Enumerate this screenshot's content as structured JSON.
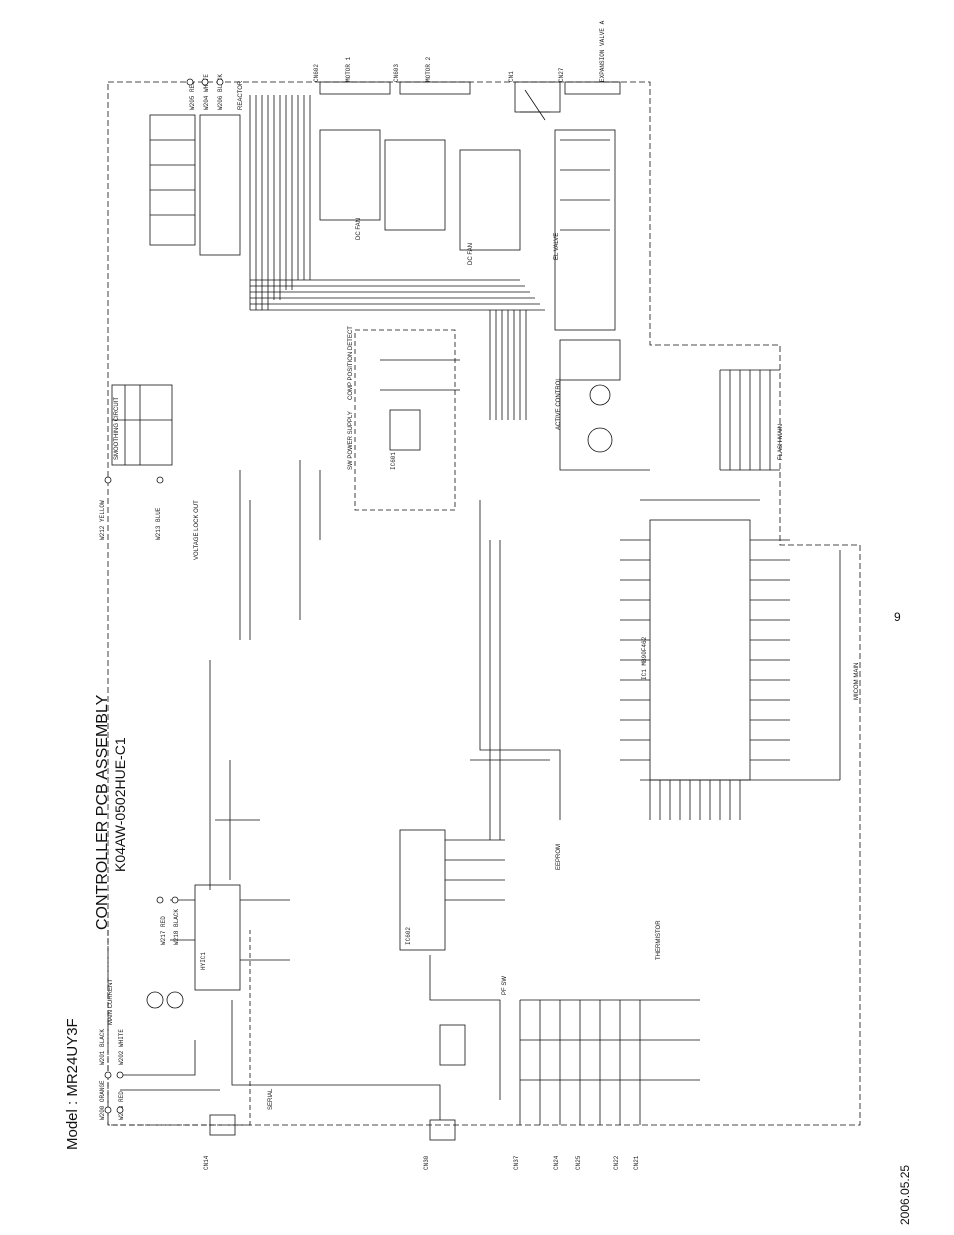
{
  "header": {
    "model": "Model : MR24UY3F",
    "title_line1": "CONTROLLER PCB ASSEMBLY",
    "title_line2": "K04AW-0502HUE-C1"
  },
  "footer": {
    "date": "2006.05.25",
    "page": "9"
  },
  "blocks": {
    "main_current": "MAIN CURRENT",
    "smoothing_circuit": "SMOOTHING CIRCUIT",
    "voltage_lock_out": "VOLTAGE LOCK OUT",
    "sw_power_supply": "SW POWER SUPPLY",
    "comp_position": "COMP POSITION DETECT",
    "dc_fan1": "DC FAN",
    "dc_fan2": "DC FAN",
    "el_valve": "EL VALVE",
    "active_control": "ACTIVE CONTROL",
    "flash_main": "FLASH MAIN",
    "micom_main": "MICOM MAIN",
    "eeprom": "EEPROM",
    "thermistor": "THERMISTOR",
    "serial": "SERIAL",
    "reactor": "REACTOR",
    "pf_sw": "PF SW"
  },
  "connectors": {
    "cn14": "CN14",
    "cn30": "CN30",
    "cn602": "CN602",
    "cn603": "CN603",
    "cn27": "CN27",
    "cn1": "CN1",
    "cn24": "CN24",
    "cn25": "CN25",
    "cn22": "CN22",
    "cn21": "CN21",
    "cn37": "CN37"
  },
  "terminals": {
    "w200": "W200 ORANGE",
    "w201": "W201 BLACK",
    "w202": "W202 WHITE",
    "w203": "W203 RED",
    "w212": "W212 YELLOW",
    "w213": "W213 BLUE",
    "w205": "W205 RED",
    "w204": "W204 WHITE",
    "w206": "W206 BLACK",
    "w217": "W217 RED",
    "w218": "W218 BLACK"
  },
  "motors": {
    "motor1": "MOTOR 1",
    "motor2": "MOTOR 2",
    "expansion_valve": "EXPANSION VALVE A"
  },
  "parts": {
    "ic1": "IC1 MB90F462",
    "hyic1": "HYIC1",
    "ic601": "IC601",
    "ic602": "IC602"
  }
}
